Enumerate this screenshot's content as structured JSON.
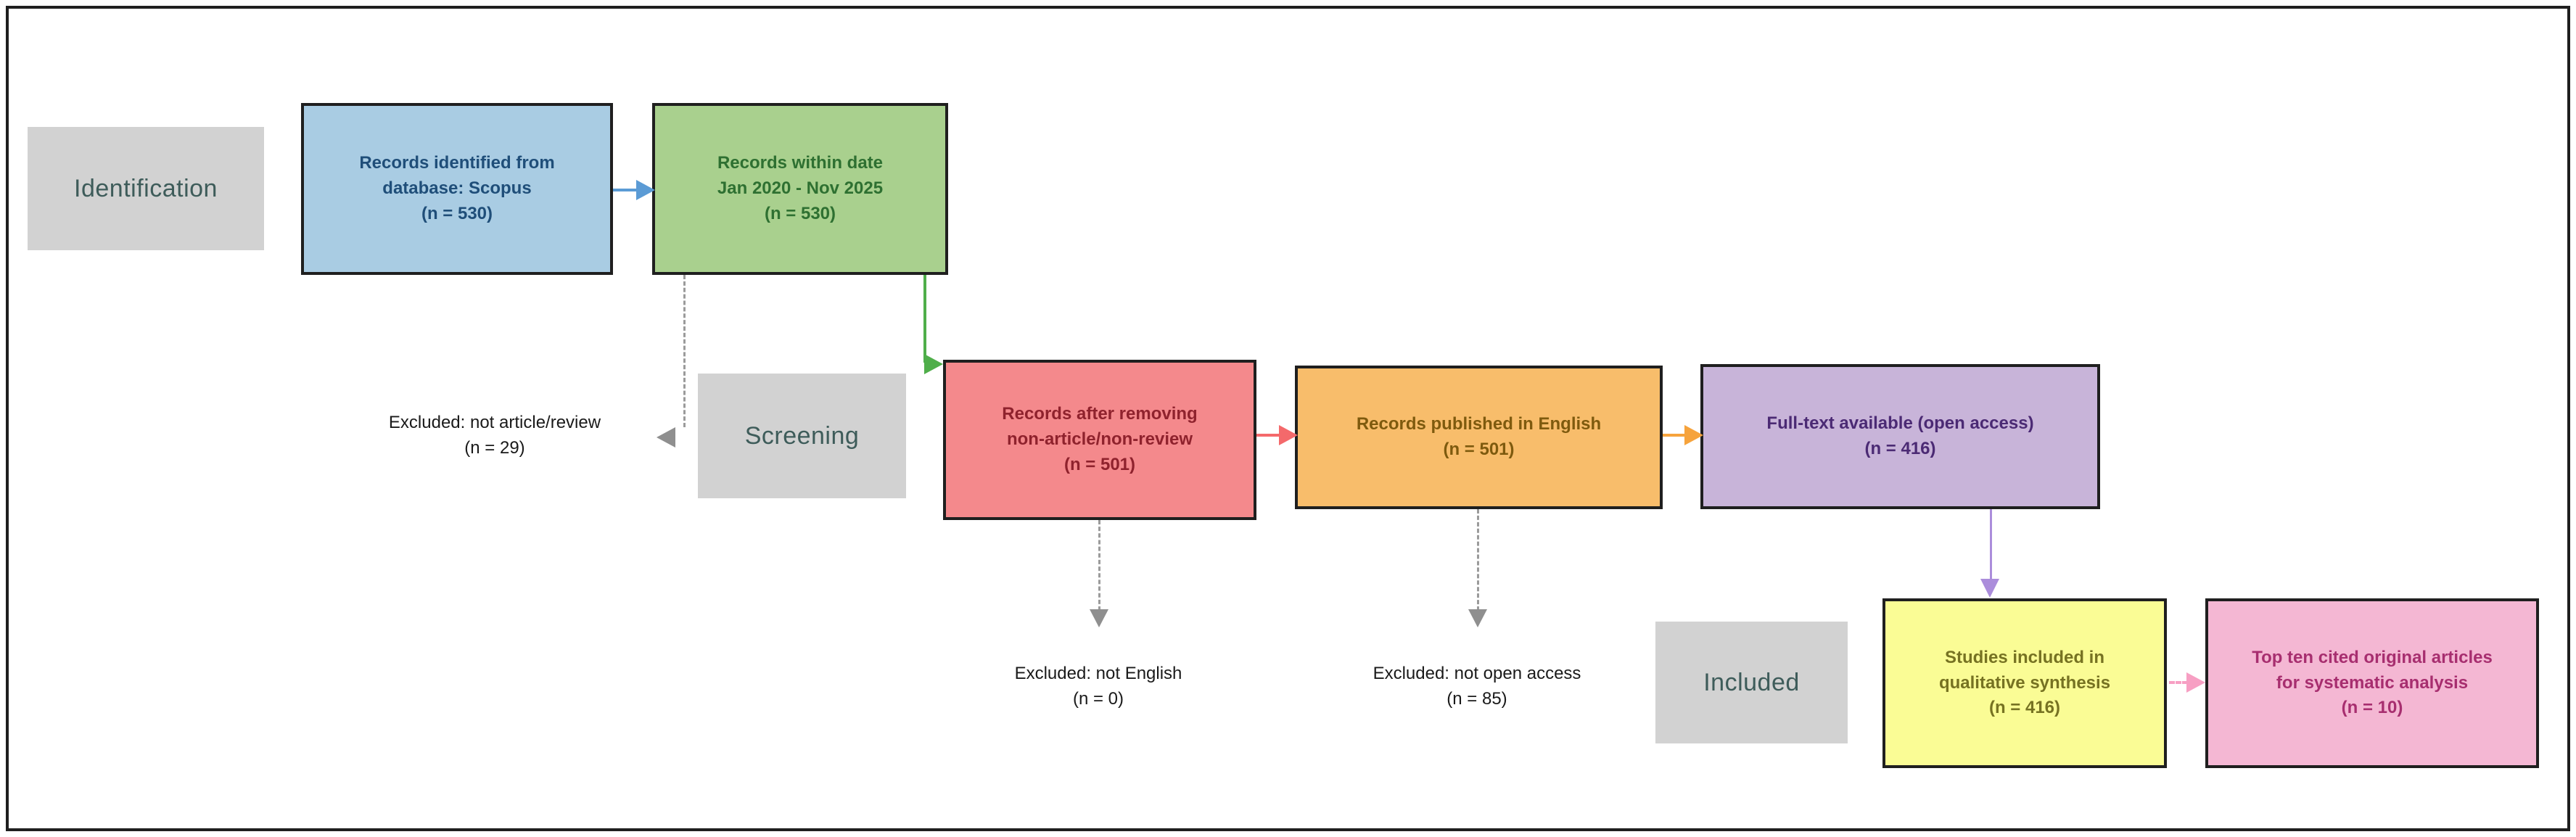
{
  "stages": [
    {
      "label": "Identification",
      "fill": "#d2d2d2",
      "text_color": "#3e5c5a"
    },
    {
      "label": "Screening",
      "fill": "#d2d2d2",
      "text_color": "#3e5c5a"
    },
    {
      "label": "Included",
      "fill": "#d2d2d2",
      "text_color": "#3e5c5a"
    }
  ],
  "nodes": [
    {
      "name": "records-identified",
      "text": "Records identified from\ndatabase: Scopus\n(n = 530)",
      "fill": "#a9cce3",
      "text_color": "#1f4e79"
    },
    {
      "name": "records-within-date",
      "text": "Records within date\nJan 2020 - Nov 2025\n(n = 530)",
      "fill": "#a9d08e",
      "text_color": "#2e7031"
    },
    {
      "name": "records-after-removing",
      "text": "Records after removing\nnon-article/non-review\n(n = 501)",
      "fill": "#f4898c",
      "text_color": "#8f222d"
    },
    {
      "name": "records-english",
      "text": "Records published in English\n(n = 501)",
      "fill": "#f8bd6b",
      "text_color": "#7e5a0e"
    },
    {
      "name": "full-text-available",
      "text": "Full-text available (open access)\n(n = 416)",
      "fill": "#c8b4d9",
      "text_color": "#4b2a74"
    },
    {
      "name": "studies-included",
      "text": "Studies included in\nqualitative synthesis\n(n = 416)",
      "fill": "#fafc95",
      "text_color": "#767222"
    },
    {
      "name": "top-ten-cited",
      "text": "Top ten cited original articles\nfor systematic analysis\n(n = 10)",
      "fill": "#f4b7d3",
      "text_color": "#a72e6f"
    }
  ],
  "exclusions": [
    {
      "text": "Excluded: not article/review\n(n = 29)"
    },
    {
      "text": "Excluded: not English\n(n = 0)"
    },
    {
      "text": "Excluded: not open access\n(n = 85)"
    }
  ],
  "arrow_colors": {
    "blue": "#5b9bd5",
    "green": "#4fae4a",
    "salmon": "#f4696b",
    "orange": "#f6a33c",
    "purple": "#ab8ddb",
    "pink": "#f79fc3",
    "dashed_gray": "#9b9b9b"
  },
  "border_color": "#1f1f1f"
}
